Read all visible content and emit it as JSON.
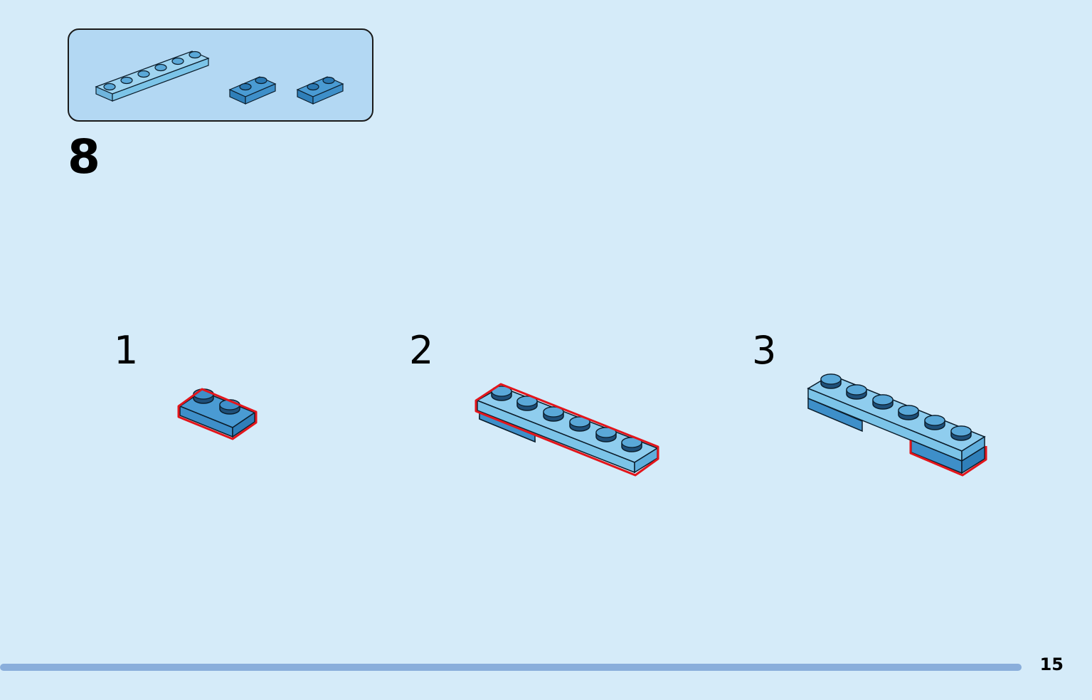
{
  "step": {
    "number": "8"
  },
  "parts_list": {
    "parts": [
      {
        "name": "plate-1x6",
        "color": "#7cc4e8",
        "quantity": 1
      },
      {
        "name": "plate-1x2",
        "color": "#3e8fc9",
        "quantity": 2
      }
    ]
  },
  "substeps": [
    {
      "number": "1"
    },
    {
      "number": "2"
    },
    {
      "number": "3"
    }
  ],
  "colors": {
    "background": "#d5ebf9",
    "parts_box": "#b3d8f3",
    "light_blue_brick": "#7cc4e8",
    "dark_blue_brick": "#3e8fc9",
    "highlight_outline": "#e3151b",
    "progress_bar": "#8aaedb"
  },
  "footer": {
    "page_number": "15"
  }
}
